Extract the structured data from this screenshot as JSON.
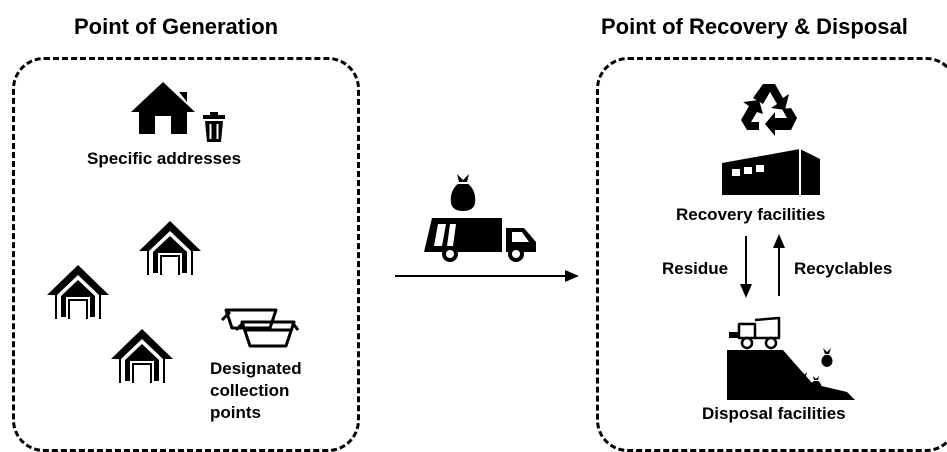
{
  "generation": {
    "title": "Point of Generation",
    "specific_addresses_label": "Specific addresses",
    "collection_points_lines": [
      "Designated",
      "collection",
      "points"
    ]
  },
  "recovery": {
    "title": "Point of Recovery & Disposal",
    "recovery_label": "Recovery facilities",
    "residue_label": "Residue",
    "recyclables_label": "Recyclables",
    "disposal_label": "Disposal facilities"
  },
  "icons": [
    "house-icon",
    "trash-bin-icon",
    "dumpster-icon",
    "garbage-bag-icon",
    "garbage-truck-icon",
    "recycle-icon",
    "factory-icon",
    "landfill-icon"
  ]
}
